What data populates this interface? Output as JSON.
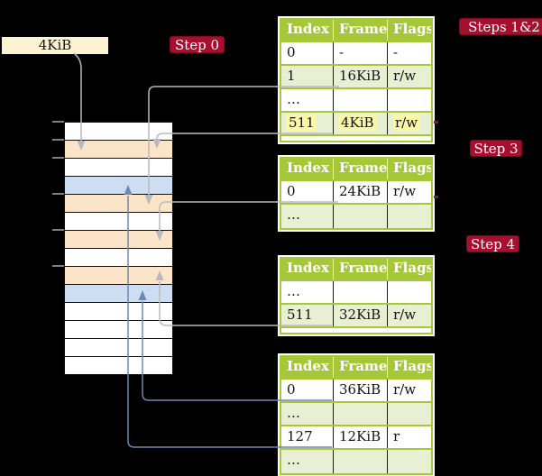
{
  "frame_box": {
    "text": "4KiB"
  },
  "badges": [
    {
      "text": "Step 0"
    },
    {
      "text": "Steps 1&2"
    },
    {
      "text": "Step 3"
    },
    {
      "text": "Step 4"
    }
  ],
  "memory": {
    "rows": [
      "plain",
      "peach",
      "plain",
      "blue",
      "peach",
      "plain",
      "peach",
      "plain",
      "peach",
      "blue",
      "plain",
      "plain",
      "plain",
      "plain"
    ]
  },
  "page_tables": [
    {
      "headers": [
        "Index",
        "Frame",
        "Flags"
      ],
      "rows": [
        {
          "cells": [
            "0",
            "-",
            "-"
          ],
          "shaded": false,
          "highlighted": false
        },
        {
          "cells": [
            "1",
            "16KiB",
            "r/w"
          ],
          "shaded": true,
          "highlighted": false
        },
        {
          "cells": [
            "…",
            "",
            ""
          ],
          "shaded": false,
          "highlighted": false
        },
        {
          "cells": [
            "511",
            "4KiB",
            "r/w"
          ],
          "shaded": true,
          "highlighted": true
        }
      ]
    },
    {
      "headers": [
        "Index",
        "Frame",
        "Flags"
      ],
      "rows": [
        {
          "cells": [
            "0",
            "24KiB",
            "r/w"
          ],
          "shaded": false,
          "highlighted": false
        },
        {
          "cells": [
            "…",
            "",
            ""
          ],
          "shaded": true,
          "highlighted": false
        }
      ]
    },
    {
      "headers": [
        "Index",
        "Frame",
        "Flags"
      ],
      "rows": [
        {
          "cells": [
            "…",
            "",
            ""
          ],
          "shaded": false,
          "highlighted": false
        },
        {
          "cells": [
            "511",
            "32KiB",
            "r/w"
          ],
          "shaded": true,
          "highlighted": false
        }
      ]
    },
    {
      "headers": [
        "Index",
        "Frame",
        "Flags"
      ],
      "rows": [
        {
          "cells": [
            "0",
            "36KiB",
            "r/w"
          ],
          "shaded": false,
          "highlighted": false
        },
        {
          "cells": [
            "…",
            "",
            ""
          ],
          "shaded": true,
          "highlighted": false
        },
        {
          "cells": [
            "127",
            "12KiB",
            "r"
          ],
          "shaded": false,
          "highlighted": false
        },
        {
          "cells": [
            "…",
            "",
            ""
          ],
          "shaded": true,
          "highlighted": false
        }
      ]
    }
  ],
  "colors": {
    "badge_bg": "#a80f2e",
    "table_header_bg": "#a6c737",
    "row_shade": "#e9efd3",
    "highlight": "#fbf9a8",
    "memory_table_row": "#fce4c9",
    "memory_mapped_row": "#cedef2",
    "frame_box_bg": "#fdf3d2",
    "arrow_gray": "#b8babf",
    "arrow_blue": "#6f88b4"
  }
}
